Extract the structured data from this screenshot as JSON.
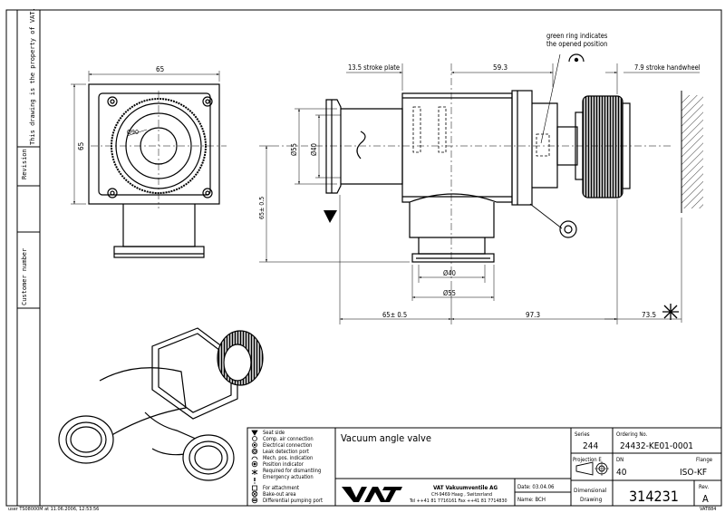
{
  "side_strip": {
    "property_note": "This drawing is the property of VAT.",
    "revision_label": "Revision",
    "customer_label": "Customer number",
    "footer_user": "user TS08000M at 11.06.2006, 12:53:56"
  },
  "dimensions": {
    "width_65": "65",
    "height_65": "65",
    "dia_90": "Ø90",
    "stroke_plate": "13.5 stroke plate",
    "len_59_3": "59.3",
    "stroke_handwheel": "7.9 stroke handwheel",
    "dia_55_left": "Ø55",
    "dia_40_left": "Ø40",
    "height_65_tol": "65± 0.5",
    "dia_40_bottom": "Ø40",
    "dia_55_bottom": "Ø55",
    "base_65_tol": "65± 0.5",
    "len_97_3": "97.3",
    "clear_73_5": "73.5"
  },
  "annotation": {
    "green_ring_line1": "green ring indicates",
    "green_ring_line2": "the opened position"
  },
  "legend": [
    {
      "symbol": "triangle",
      "text": "Seat side"
    },
    {
      "symbol": "circle",
      "text": "Comp. air connection"
    },
    {
      "symbol": "circle-dot",
      "text": "Electrical connection"
    },
    {
      "symbol": "double-circle",
      "text": "Leak detection port"
    },
    {
      "symbol": "arc",
      "text": "Mech. pos. indication"
    },
    {
      "symbol": "target",
      "text": "Position indicator"
    },
    {
      "symbol": "asterisk",
      "text": "Required for dismantling"
    },
    {
      "symbol": "exclaim",
      "text": "Emergency actuation"
    },
    {
      "symbol": "square",
      "text": "For attachment"
    },
    {
      "symbol": "circle-x",
      "text": "Bake-out area"
    },
    {
      "symbol": "circle-dots",
      "text": "Differential pumping port"
    }
  ],
  "title_block": {
    "title": "Vacuum angle valve",
    "company_name": "VAT Vakuumventile AG",
    "company_address": "CH-9469 Haag , Switzerland",
    "company_contact": "Tel ++41 81 7716161 Fax ++41 81 7714830",
    "logo_text": "VAT",
    "date": "Date: 03.04.06",
    "name": "Name: BCH",
    "series_label": "Series",
    "series_value": "244",
    "ordering_label": "Ordering No.",
    "ordering_value": "24432-KE01-0001",
    "projection_label": "Projection E",
    "dn_label": "DN",
    "dn_value": "40",
    "flange_label": "Flange",
    "flange_value": "ISO-KF",
    "dimensional_line1": "Dimensional",
    "dimensional_line2": "Drawing",
    "drawing_number": "314231",
    "rev_label": "Rev.",
    "rev_value": "A",
    "sheet_code": "VAT884"
  }
}
